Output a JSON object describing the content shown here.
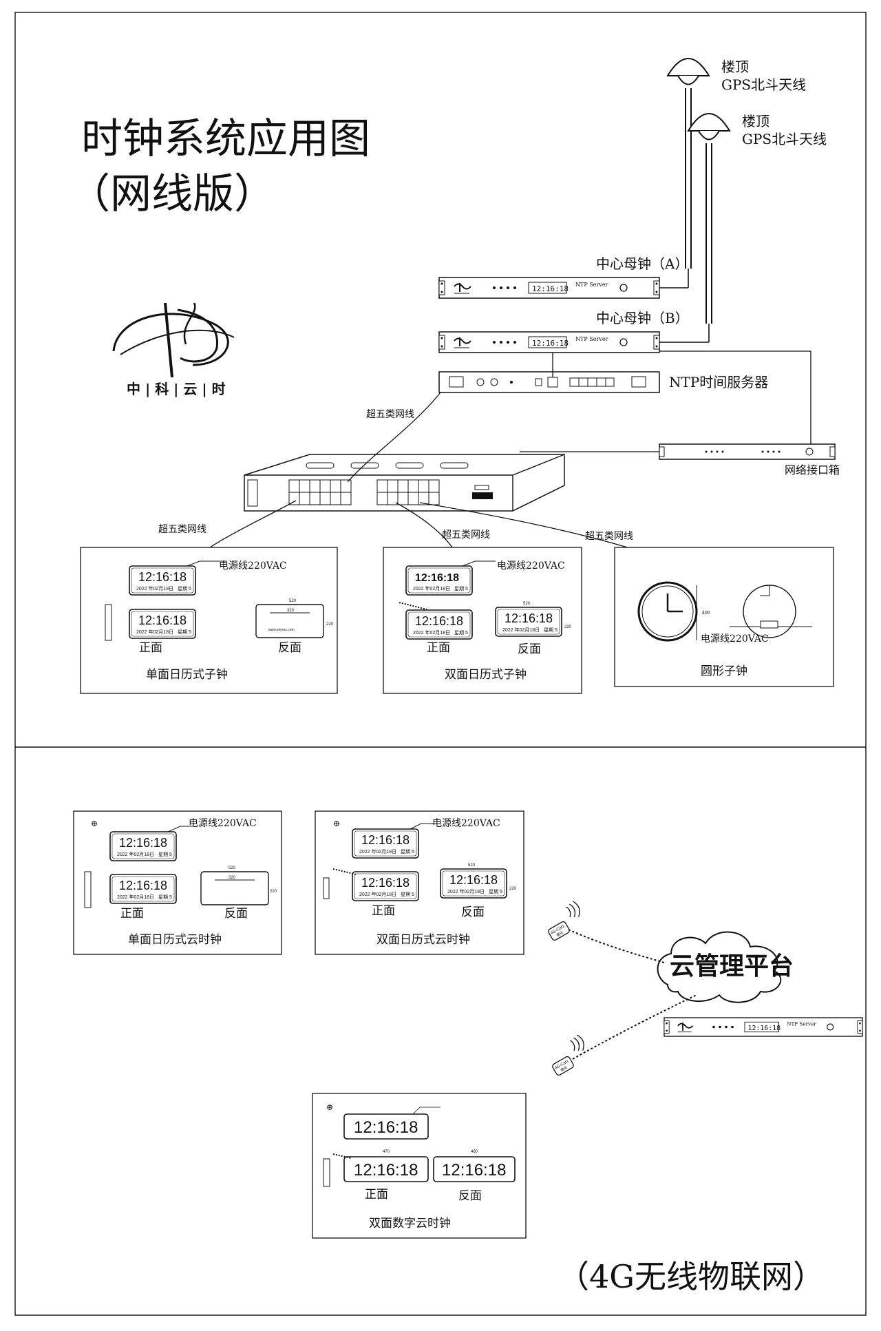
{
  "title": {
    "line1": "时钟系统应用图",
    "line2": "（网线版）"
  },
  "logo": {
    "label": "中 | 科 | 云 | 时"
  },
  "antennas": [
    {
      "line1": "楼顶",
      "line2": "GPS北斗天线"
    },
    {
      "line1": "楼顶",
      "line2": "GPS北斗天线"
    }
  ],
  "devices": {
    "master_a": "中心母钟（A）",
    "master_b": "中心母钟（B）",
    "ntp_server": "NTP时间服务器",
    "network_box": "网络接口箱",
    "ntp_label": "NTP Server",
    "time": "12:16:18"
  },
  "cables": {
    "cat5e": "超五类网线"
  },
  "clock_panels": {
    "power": "电源线220VAC",
    "front": "正面",
    "back": "反面",
    "date": "2022 年02月18日",
    "week": "星期 5",
    "dim_520": "520",
    "dim_320": "320",
    "dim_220": "220",
    "dim_400": "400",
    "dim_470": "470",
    "dim_460": "460",
    "url": "www.zkyssz.com",
    "single_title": "单面日历式子钟",
    "double_title": "双面日历式子钟",
    "round_title": "圆形子钟",
    "single_cloud_title": "单面日历式云时钟",
    "double_cloud_title": "双面日历式云时钟",
    "digital_cloud_title": "双面数字云时钟"
  },
  "cloud": {
    "label": "云管理平台",
    "module": "4G-Cat1",
    "module_sub": "模块"
  },
  "footer": {
    "label": "（4G无线物联网）"
  }
}
